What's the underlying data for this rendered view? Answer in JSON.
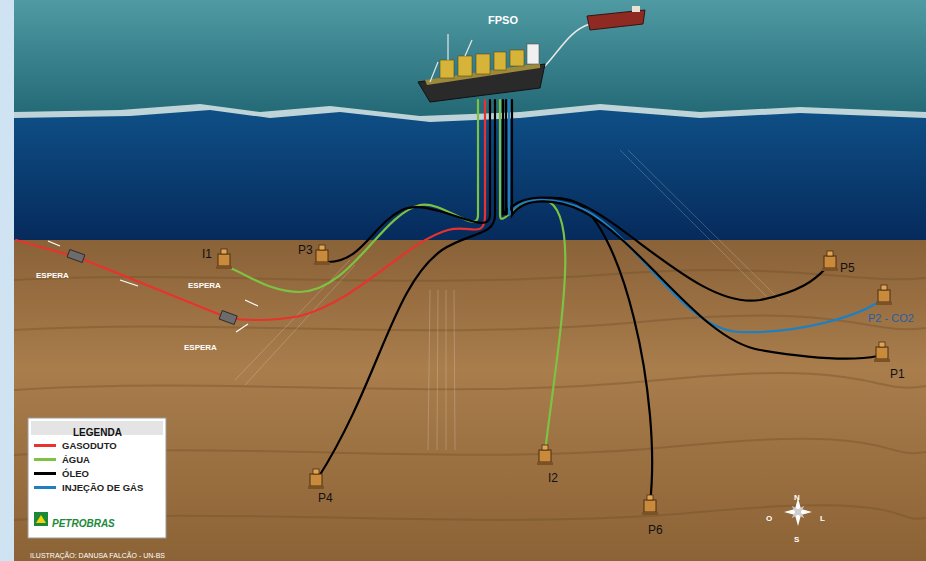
{
  "diagram": {
    "labels": [
      "FPSO",
      "ESPERA",
      "ESPERA",
      "ESPERA",
      "I1",
      "P3",
      "P5",
      "P2 - CO2",
      "P1",
      "P4",
      "I2",
      "P6",
      "LEGENDA",
      "PETROBRAS",
      "ILUSTRAÇÃO: DANUSA FALCÃO - UN-BS",
      "N",
      "L",
      "S",
      "O"
    ],
    "legend": [
      {
        "text": "GASODUTO",
        "color": "#e8322d"
      },
      {
        "text": "ÁGUA",
        "color": "#7dc242"
      },
      {
        "text": "ÓLEO",
        "color": "#000000"
      },
      {
        "text": "INJEÇÃO DE GÁS",
        "color": "#1f7fc1"
      }
    ]
  }
}
